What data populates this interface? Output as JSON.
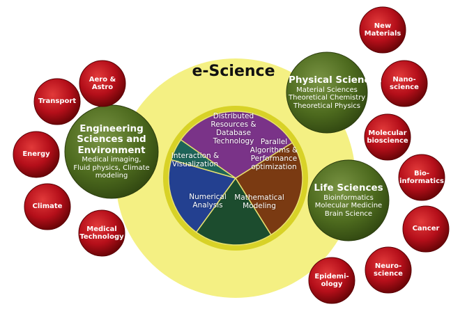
{
  "title": "e-Science",
  "center_pie": [
    {
      "lines": [
        "Distributed",
        "Resources &",
        "Database",
        "Technology"
      ],
      "color": "#7a3388"
    },
    {
      "lines": [
        "Parallel",
        "Algorithms &",
        "Performance",
        "optimization"
      ],
      "color": "#7a3a12"
    },
    {
      "lines": [
        "Mathematical",
        "Modeling"
      ],
      "color": "#1c4c2e"
    },
    {
      "lines": [
        "Numerical",
        "Analysis"
      ],
      "color": "#234090"
    },
    {
      "lines": [
        "Interaction &",
        "Visualization"
      ],
      "color": "#1e6459"
    }
  ],
  "domains": [
    {
      "id": "engineering",
      "title": [
        "Engineering",
        "Sciences and",
        "Environment"
      ],
      "items": [
        "Medical imaging,",
        "Fluid physics, Climate",
        "modeling"
      ]
    },
    {
      "id": "physical",
      "title": [
        "Physical Sciences"
      ],
      "items": [
        "Material Sciences",
        "Theoretical Chemistry",
        "Theoretical Physics"
      ]
    },
    {
      "id": "life",
      "title": [
        "Life Sciences"
      ],
      "items": [
        "Bioinformatics",
        "Molecular Medicine",
        "Brain Science"
      ]
    }
  ],
  "applications": [
    {
      "lines": [
        "Aero &",
        "Astro"
      ]
    },
    {
      "lines": [
        "Transport"
      ]
    },
    {
      "lines": [
        "Energy"
      ]
    },
    {
      "lines": [
        "Climate"
      ]
    },
    {
      "lines": [
        "Medical",
        "Technology"
      ]
    },
    {
      "lines": [
        "New",
        "Materials"
      ]
    },
    {
      "lines": [
        "Nano-",
        "science"
      ]
    },
    {
      "lines": [
        "Molecular",
        "bioscience"
      ]
    },
    {
      "lines": [
        "Bio-",
        "informatics"
      ]
    },
    {
      "lines": [
        "Cancer"
      ]
    },
    {
      "lines": [
        "Neuro-",
        "science"
      ]
    },
    {
      "lines": [
        "Epidemi-",
        "ology"
      ]
    }
  ],
  "colors": {
    "outer_ring": "#f4f083",
    "inner_ring": "#d8d227",
    "domain_green": "#4d6a1e",
    "app_red": "#b50f1a"
  }
}
